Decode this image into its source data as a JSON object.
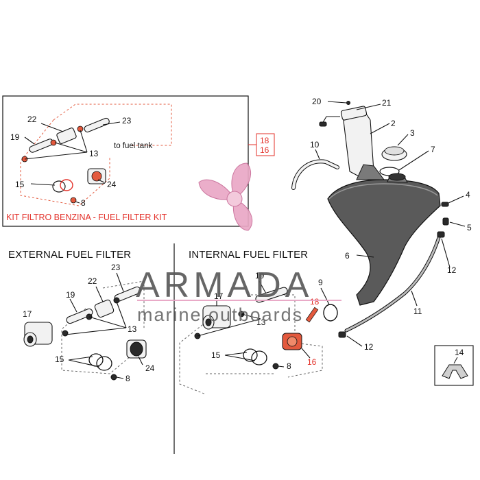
{
  "kit_box": {
    "caption": "KIT FILTRO BENZINA - FUEL FILTER KIT",
    "note": "to fuel tank",
    "callouts": [
      "22",
      "23",
      "19",
      "13",
      "15",
      "24",
      "8"
    ],
    "ref_top": "18",
    "ref_bottom": "16"
  },
  "external": {
    "title": "EXTERNAL FUEL FILTER",
    "callouts": [
      "23",
      "22",
      "19",
      "17",
      "13",
      "15",
      "24",
      "8"
    ]
  },
  "internal": {
    "title": "INTERNAL FUEL FILTER",
    "callouts": [
      "19",
      "17",
      "13",
      "9",
      "15",
      "8"
    ],
    "red_callouts": [
      "18",
      "16"
    ]
  },
  "tank": {
    "callouts": [
      "20",
      "21",
      "2",
      "3",
      "10",
      "7",
      "4",
      "5",
      "6",
      "12",
      "11",
      "12",
      "14"
    ]
  },
  "watermark": {
    "brand": "ARMADA",
    "tagline": "marine outboards"
  },
  "colors": {
    "red": "#e3312a",
    "pink": "#e8a3c3",
    "line": "#111111"
  }
}
